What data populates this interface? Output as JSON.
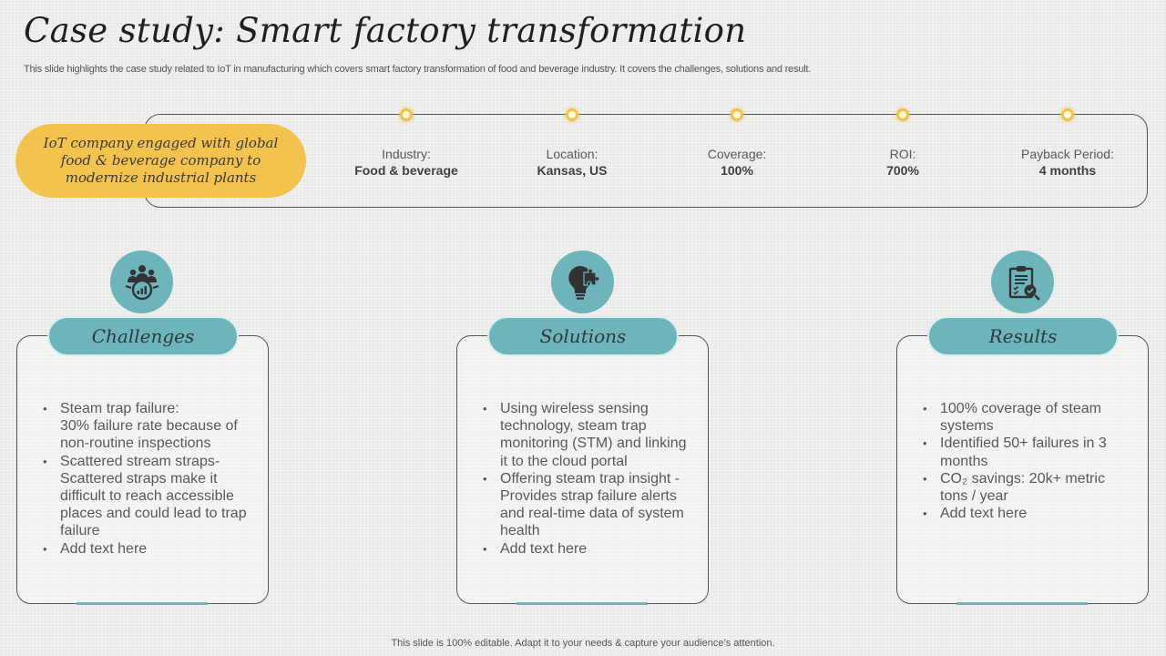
{
  "title": "Case study: Smart factory transformation",
  "subtitle": "This slide highlights the case study related to IoT in manufacturing which covers smart factory transformation of food and beverage industry. It covers the challenges, solutions and result.",
  "summary_pill": "IoT company engaged with global food & beverage company to modernize industrial plants",
  "stats": [
    {
      "label": "Industry:",
      "value": "Food & beverage"
    },
    {
      "label": "Location:",
      "value": "Kansas, US"
    },
    {
      "label": "Coverage:",
      "value": "100%"
    },
    {
      "label": "ROI:",
      "value": "700%"
    },
    {
      "label": "Payback Period:",
      "value": "4 months"
    }
  ],
  "cards": [
    {
      "heading": "Challenges",
      "icon": "team-analytics-icon",
      "bullets": [
        "Steam trap failure:\n30% failure rate because of non-routine  inspections",
        "Scattered stream straps- Scattered straps make it difficult to reach accessible places and could lead to trap failure",
        "Add text here"
      ]
    },
    {
      "heading": "Solutions",
      "icon": "lightbulb-puzzle-icon",
      "bullets": [
        "Using wireless sensing technology,  steam trap monitoring (STM) and linking it to the cloud portal",
        "Offering steam trap insight - Provides strap failure alerts and real-time data of system health",
        "Add text here"
      ]
    },
    {
      "heading": "Results",
      "icon": "clipboard-check-icon",
      "bullets": [
        "100% coverage of steam systems",
        "Identified 50+ failures in 3 months",
        "CO₂ savings: 20k+ metric tons / year",
        "Add text here"
      ]
    }
  ],
  "footer": "This slide is 100% editable. Adapt it to your needs & capture your audience’s attention.",
  "colors": {
    "accent_teal": "#6db5bb",
    "accent_yellow": "#f3c34e",
    "text_dark": "#404040",
    "background": "#ebebea"
  }
}
